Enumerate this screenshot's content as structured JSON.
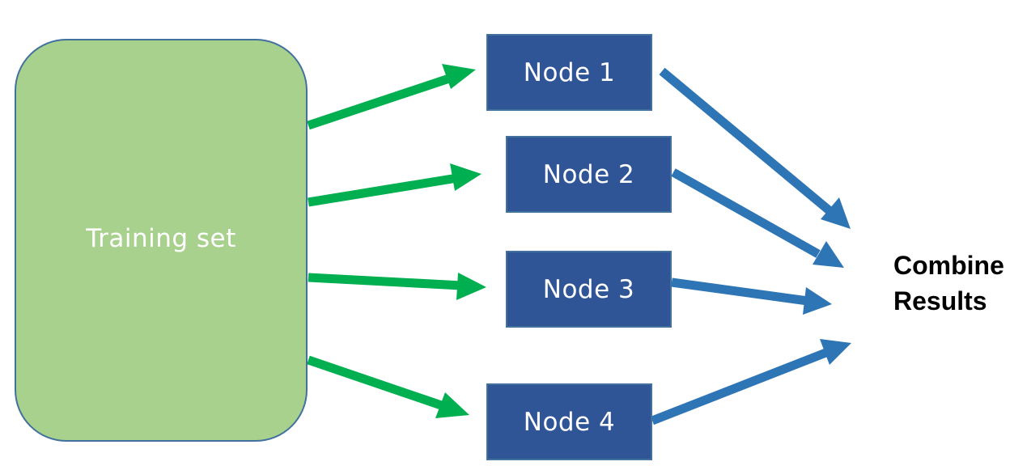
{
  "training_set": {
    "label": "Training set",
    "fill_color": "#a9d18e"
  },
  "nodes": [
    {
      "label": "Node 1"
    },
    {
      "label": "Node 2"
    },
    {
      "label": "Node 3"
    },
    {
      "label": "Node 4"
    }
  ],
  "combine": {
    "line1": "Combine",
    "line2": "Results"
  },
  "colors": {
    "node_fill": "#2f5597",
    "outline": "#41719c",
    "input_arrow": "#00b050",
    "output_arrow": "#2e75b6"
  }
}
